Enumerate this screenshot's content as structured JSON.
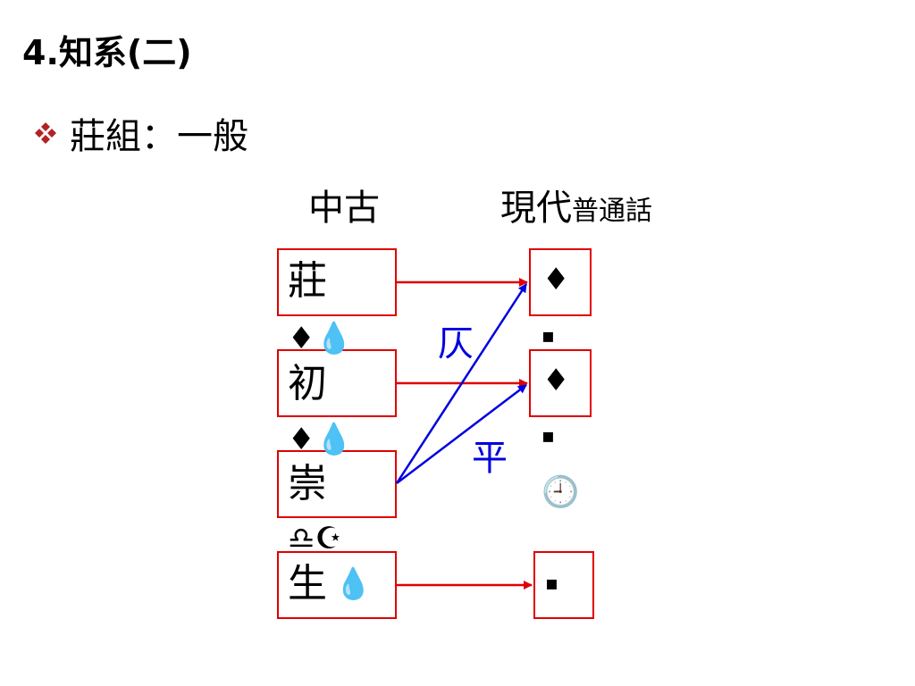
{
  "slide": {
    "title": "4.知系(二)",
    "bullet": "莊組：一般"
  },
  "columns": {
    "middle_chinese": "中古",
    "modern": "現代",
    "modern_sub": "普通話"
  },
  "left_column": [
    {
      "char": "莊",
      "below": "♦💧"
    },
    {
      "char": "初",
      "below": "♦💧"
    },
    {
      "char": "崇",
      "below": "♎☪"
    },
    {
      "char": "生",
      "suffix": "💧"
    }
  ],
  "right_column": [
    {
      "symbol": "♦",
      "below": "▪"
    },
    {
      "symbol": "♦",
      "below": "▪"
    },
    {
      "symbol": "🕘"
    },
    {
      "symbol": "▪"
    }
  ],
  "tone_labels": {
    "ze": "仄",
    "ping": "平"
  },
  "colors": {
    "box_border": "#e00000",
    "red_arrow": "#e00000",
    "blue_arrow": "#0000e0",
    "bullet_icon": "#b22222"
  }
}
